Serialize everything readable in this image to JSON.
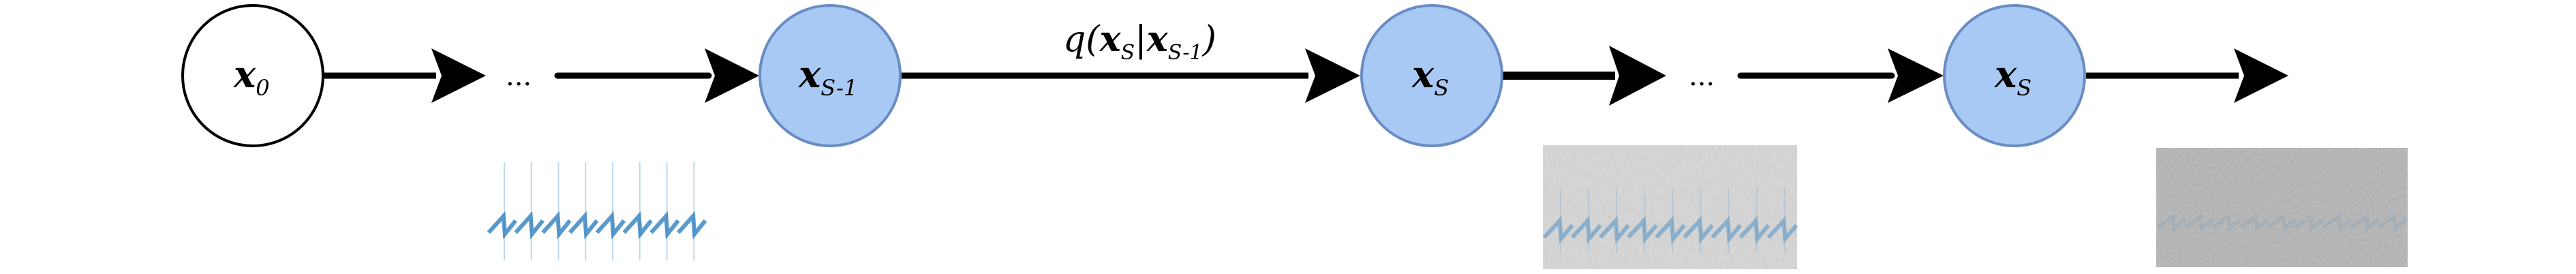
{
  "colors": {
    "node_fill": "#a9c9f5",
    "node_stroke": "#6a8cc4",
    "start_fill": "#ffffff",
    "edge": "#000000",
    "waveform": "#2f7fbf"
  },
  "nodes": [
    {
      "base": "x",
      "sub": "0"
    },
    {
      "base": "x",
      "sub": "S-1"
    },
    {
      "base": "x",
      "sub": "S"
    },
    {
      "base": "x",
      "sub": "S"
    }
  ],
  "ellipsis": [
    "...",
    "..."
  ],
  "edge_label": {
    "q": "q(",
    "x1": "x",
    "s1": "S",
    "bar": "|",
    "x2": "x",
    "s2": "S-1",
    "close": ")"
  }
}
